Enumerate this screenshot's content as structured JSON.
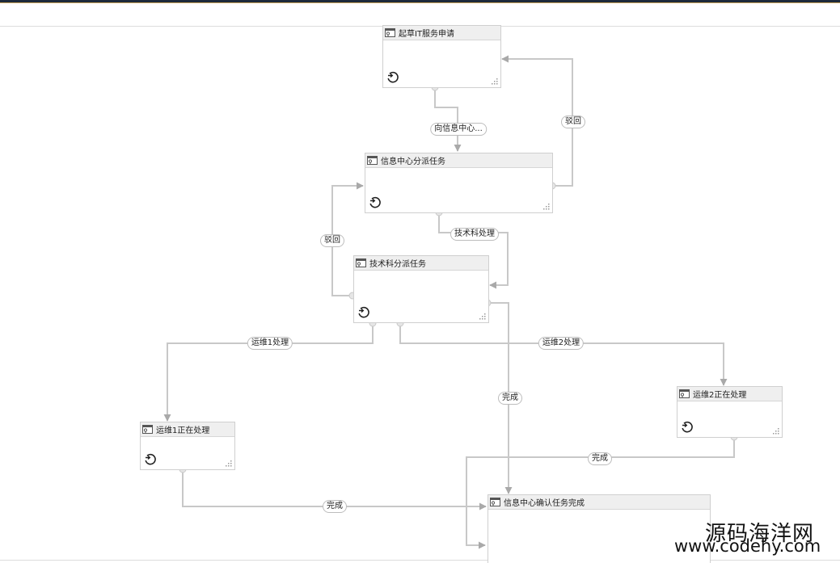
{
  "nodes": {
    "draft": {
      "title": "起草IT服务申请"
    },
    "center_assign": {
      "title": "信息中心分派任务"
    },
    "tech_assign": {
      "title": "技术科分派任务"
    },
    "ops1": {
      "title": "运维1正在处理"
    },
    "ops2": {
      "title": "运维2正在处理"
    },
    "center_confirm": {
      "title": "信息中心确认任务完成"
    }
  },
  "edges": {
    "to_center": "向信息中心...",
    "reject_1": "驳回",
    "to_tech": "技术科处理",
    "reject_2": "驳回",
    "ops1_handle": "运维1处理",
    "ops2_handle": "运维2处理",
    "complete_tech": "完成",
    "complete_ops2": "完成",
    "complete_ops1": "完成"
  },
  "watermark": {
    "site_name": "源码海洋网",
    "url": "www.codehy.com"
  }
}
